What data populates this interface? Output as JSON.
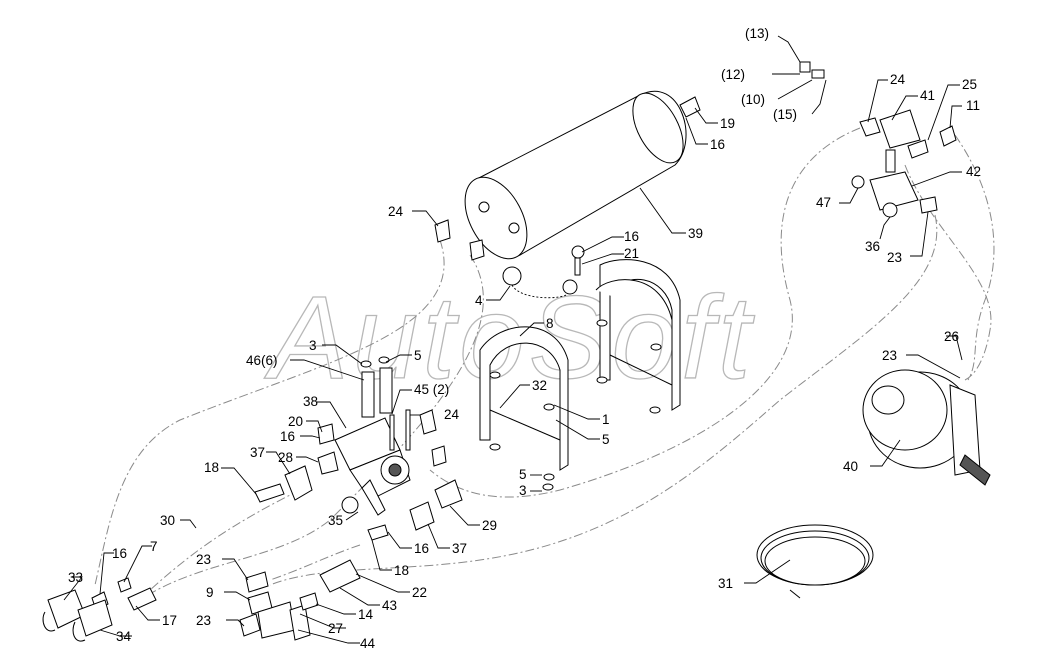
{
  "watermark": "AutoSoft",
  "labels": [
    {
      "id": "l13",
      "text": "(13)"
    },
    {
      "id": "l12",
      "text": "(12)"
    },
    {
      "id": "l10",
      "text": "(10)"
    },
    {
      "id": "l15",
      "text": "(15)"
    },
    {
      "id": "l19",
      "text": "19"
    },
    {
      "id": "l16a",
      "text": "16"
    },
    {
      "id": "l24a",
      "text": "24"
    },
    {
      "id": "l41",
      "text": "41"
    },
    {
      "id": "l25",
      "text": "25"
    },
    {
      "id": "l11",
      "text": "11"
    },
    {
      "id": "l42",
      "text": "42"
    },
    {
      "id": "l47",
      "text": "47"
    },
    {
      "id": "l36",
      "text": "36"
    },
    {
      "id": "l23a",
      "text": "23"
    },
    {
      "id": "l24b",
      "text": "24"
    },
    {
      "id": "l39",
      "text": "39"
    },
    {
      "id": "l16b",
      "text": "16"
    },
    {
      "id": "l21",
      "text": "21"
    },
    {
      "id": "l4",
      "text": "4"
    },
    {
      "id": "l8",
      "text": "8"
    },
    {
      "id": "l3a",
      "text": "3"
    },
    {
      "id": "l5a",
      "text": "5"
    },
    {
      "id": "l466",
      "text": "46(6)"
    },
    {
      "id": "l452",
      "text": "45 (2)"
    },
    {
      "id": "l38",
      "text": "38"
    },
    {
      "id": "l24c",
      "text": "24"
    },
    {
      "id": "l32",
      "text": "32"
    },
    {
      "id": "l1",
      "text": "1"
    },
    {
      "id": "l5b",
      "text": "5"
    },
    {
      "id": "l5c",
      "text": "5"
    },
    {
      "id": "l3b",
      "text": "3"
    },
    {
      "id": "l20",
      "text": "20"
    },
    {
      "id": "l16c",
      "text": "16"
    },
    {
      "id": "l37a",
      "text": "37"
    },
    {
      "id": "l28",
      "text": "28"
    },
    {
      "id": "l18a",
      "text": "18"
    },
    {
      "id": "l35",
      "text": "35"
    },
    {
      "id": "l29",
      "text": "29"
    },
    {
      "id": "l16d",
      "text": "16"
    },
    {
      "id": "l37b",
      "text": "37"
    },
    {
      "id": "l18b",
      "text": "18"
    },
    {
      "id": "l30",
      "text": "30"
    },
    {
      "id": "l16e",
      "text": "16"
    },
    {
      "id": "l7",
      "text": "7"
    },
    {
      "id": "l33",
      "text": "33"
    },
    {
      "id": "l17",
      "text": "17"
    },
    {
      "id": "l34",
      "text": "34"
    },
    {
      "id": "l23b",
      "text": "23"
    },
    {
      "id": "l22",
      "text": "22"
    },
    {
      "id": "l9",
      "text": "9"
    },
    {
      "id": "l43",
      "text": "43"
    },
    {
      "id": "l14",
      "text": "14"
    },
    {
      "id": "l23c",
      "text": "23"
    },
    {
      "id": "l27",
      "text": "27"
    },
    {
      "id": "l44",
      "text": "44"
    },
    {
      "id": "l26",
      "text": "26"
    },
    {
      "id": "l23d",
      "text": "23"
    },
    {
      "id": "l40",
      "text": "40"
    },
    {
      "id": "l31",
      "text": "31"
    }
  ]
}
